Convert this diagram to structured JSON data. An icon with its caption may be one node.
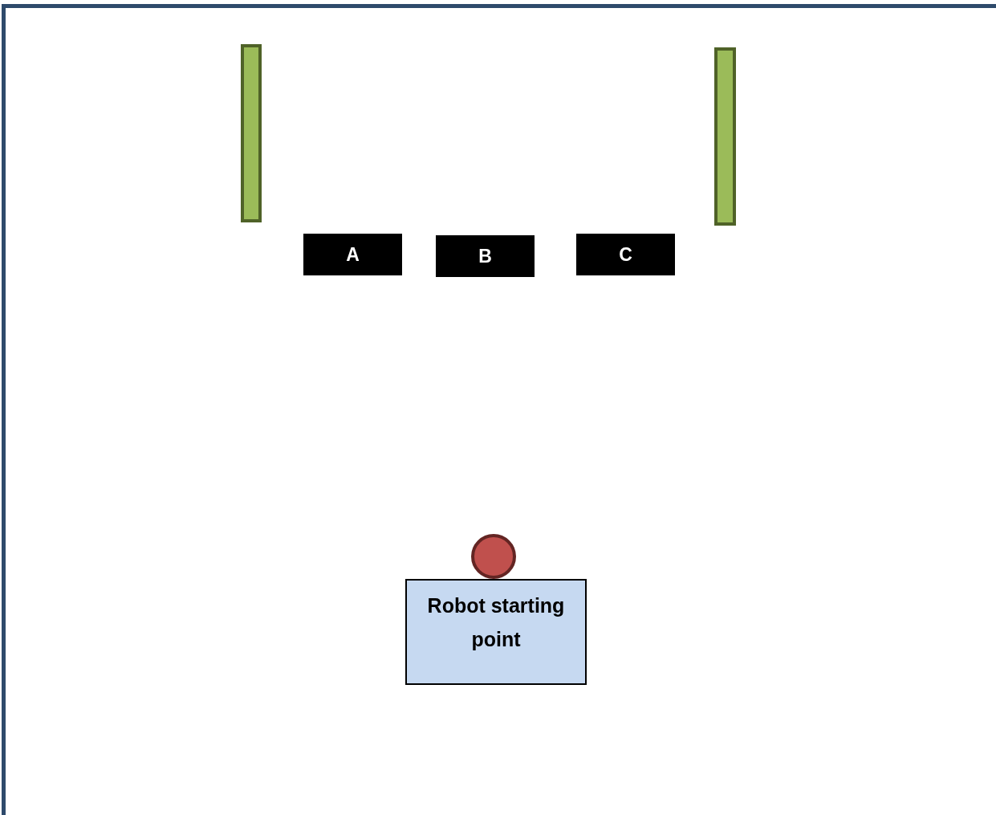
{
  "diagram": {
    "nodes": [
      {
        "text": [],
        "shape": "bar"
      },
      {
        "text": [],
        "shape": "bar"
      },
      {
        "text": [
          "A"
        ]
      },
      {
        "text": [
          "B"
        ]
      },
      {
        "text": [
          "C"
        ]
      },
      {
        "text": [],
        "shape": "circle"
      },
      {
        "text": [
          "Robot starting point"
        ]
      }
    ]
  }
}
